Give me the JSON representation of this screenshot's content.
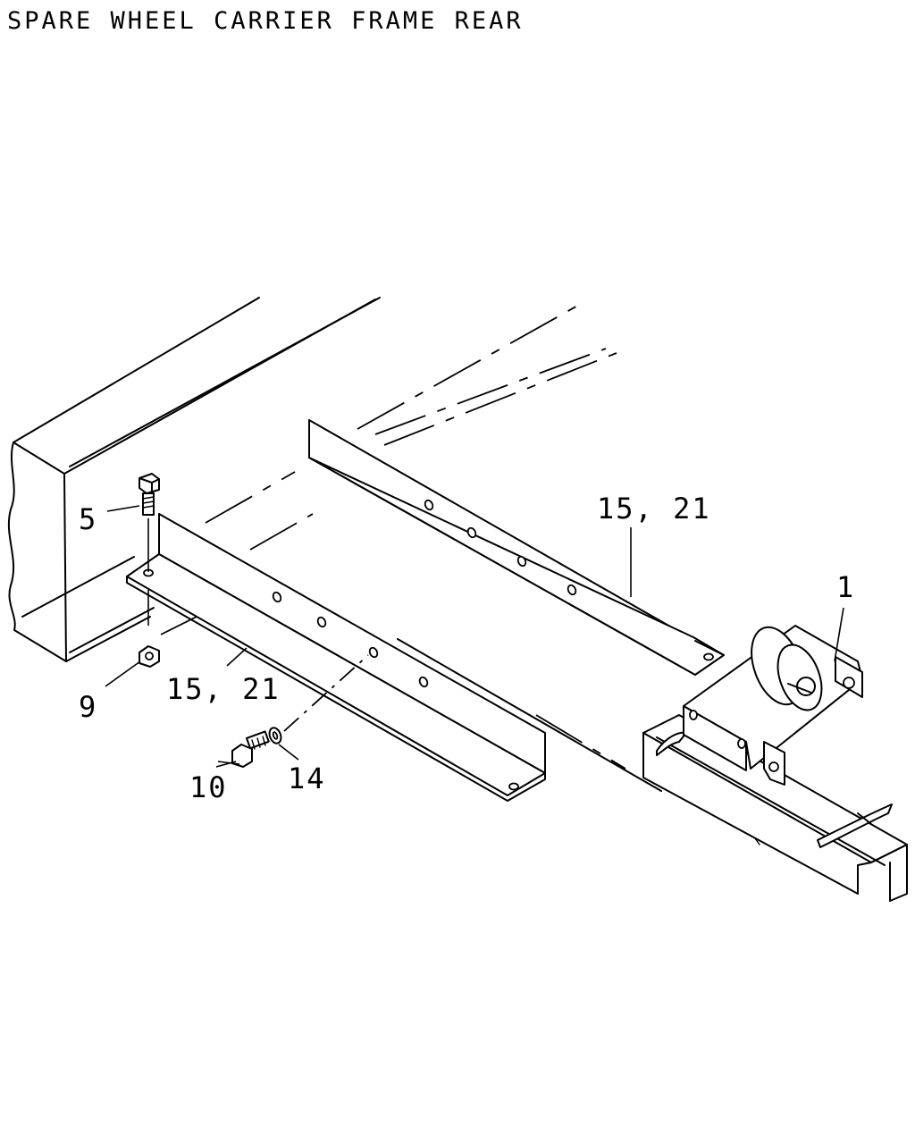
{
  "title": "SPARE WHEEL CARRIER FRAME REAR",
  "callouts": {
    "c1": "1",
    "c5": "5",
    "c9": "9",
    "c10": "10",
    "c14": "14",
    "c15_21_upper": "15, 21",
    "c15_21_lower": "15, 21"
  }
}
